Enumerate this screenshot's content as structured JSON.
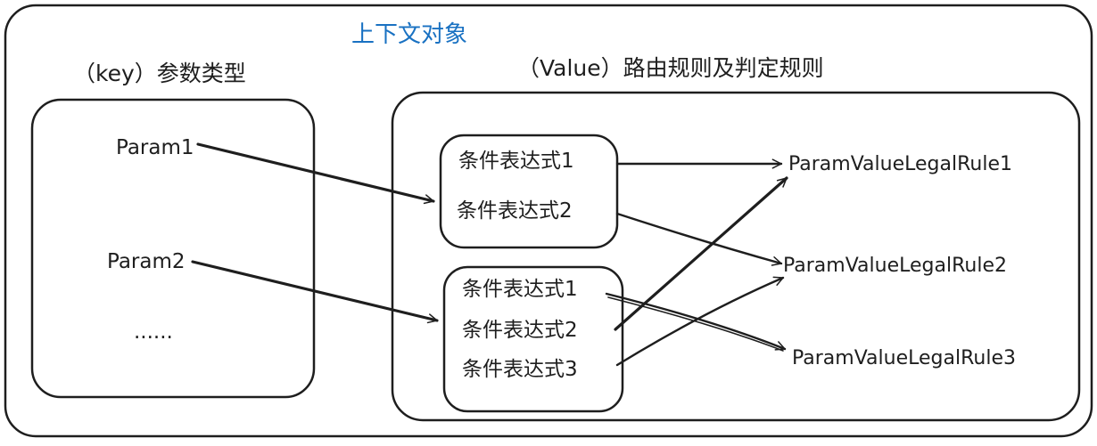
{
  "title": "上下文对象",
  "key_heading": "（key）参数类型",
  "value_heading": "（Value）路由规则及判定规则",
  "params": [
    "Param1",
    "Param2",
    "......"
  ],
  "group1": {
    "conditions": [
      "条件表达式1",
      "条件表达式2"
    ]
  },
  "group2": {
    "conditions": [
      "条件表达式1",
      "条件表达式2",
      "条件表达式3"
    ]
  },
  "rules": [
    "ParamValueLegalRule1",
    "ParamValueLegalRule2",
    "ParamValueLegalRule3"
  ],
  "colors": {
    "stroke": "#1e1e1e",
    "title": "#1971c2",
    "background": "#ffffff"
  }
}
